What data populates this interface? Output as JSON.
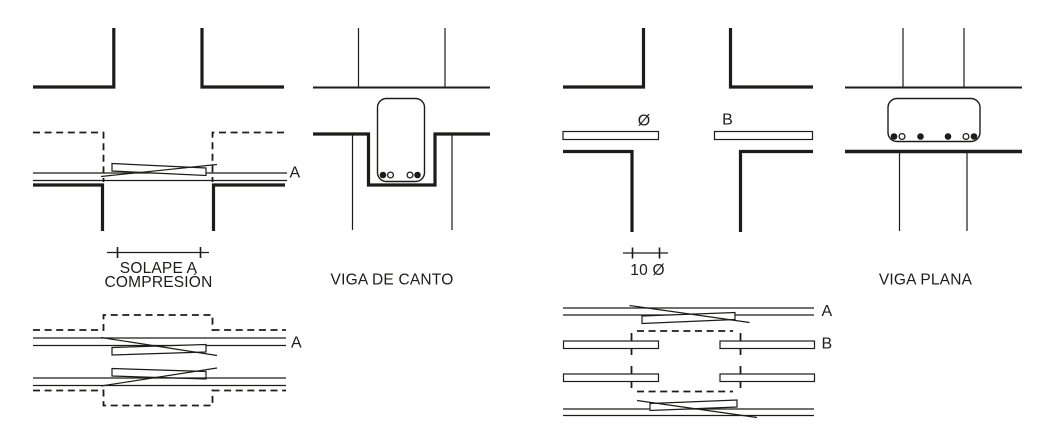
{
  "colors": {
    "ink": "#1c1c1a",
    "background": "#ffffff"
  },
  "diagrams": {
    "lap_compression": {
      "section_label": "A",
      "dimension_line1": "SOLAPE A",
      "dimension_line2": "COMPRESIÓN",
      "bottom_section_label": "A"
    },
    "viga_de_canto": {
      "title": "VIGA DE CANTO"
    },
    "anchorage": {
      "diameter_label": "Ø",
      "bar_label": "B",
      "dimension_label": "10 Ø",
      "row_a_label": "A",
      "row_b_label": "B"
    },
    "viga_plana": {
      "title": "VIGA PLANA"
    }
  }
}
